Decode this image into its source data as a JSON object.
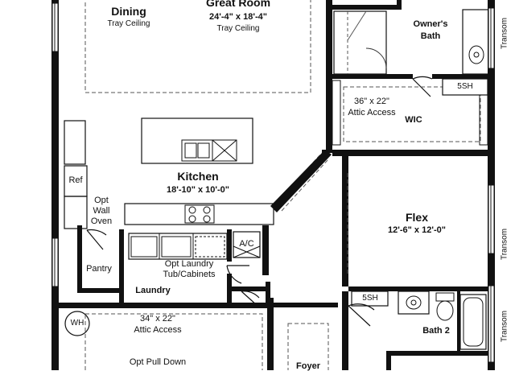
{
  "rooms": {
    "dining": {
      "name": "Dining",
      "note": "Tray Ceiling"
    },
    "great": {
      "name": "Great Room",
      "dims": "24'-4\" x 18'-4\"",
      "note": "Tray Ceiling"
    },
    "owners_bath": {
      "name": "Owner's",
      "name2": "Bath"
    },
    "wic": {
      "name": "WIC",
      "attic_dims": "36\" x 22\"",
      "attic_label": "Attic Access"
    },
    "kitchen": {
      "name": "Kitchen",
      "dims": "18'-10\" x 10'-0\""
    },
    "ref": "Ref",
    "opt_oven": {
      "line1": "Opt",
      "line2": "Wall",
      "line3": "Oven"
    },
    "ac": "A/C",
    "pantry": "Pantry",
    "opt_laundry": {
      "line1": "Opt Laundry",
      "line2": "Tub/Cabinets"
    },
    "laundry": "Laundry",
    "flex": {
      "name": "Flex",
      "dims": "12'-6\" x 12'-0\""
    },
    "sh_top": "5SH",
    "sh_bottom": "5SH",
    "bath2": "Bath 2",
    "wh": "WH",
    "garage_attic": {
      "dims": "34\" x 22\"",
      "label": "Attic Access",
      "pull": "Opt Pull Down"
    },
    "foyer": "Foyer",
    "transom_top": "Transom",
    "transom_mid": "Transom",
    "transom_bottom": "Transom"
  }
}
